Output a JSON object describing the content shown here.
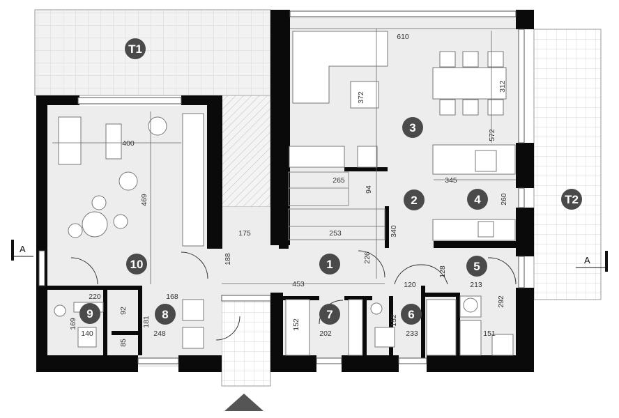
{
  "rooms": [
    {
      "id": "T1",
      "label": "T1"
    },
    {
      "id": "T2",
      "label": "T2"
    },
    {
      "id": "r1",
      "label": "1"
    },
    {
      "id": "r2",
      "label": "2"
    },
    {
      "id": "r3",
      "label": "3"
    },
    {
      "id": "r4",
      "label": "4"
    },
    {
      "id": "r5",
      "label": "5"
    },
    {
      "id": "r6",
      "label": "6"
    },
    {
      "id": "r7",
      "label": "7"
    },
    {
      "id": "r8",
      "label": "8"
    },
    {
      "id": "r9",
      "label": "9"
    },
    {
      "id": "r10",
      "label": "10"
    }
  ],
  "section_marks": [
    "A",
    "A"
  ],
  "dimensions": {
    "d610": "610",
    "d372": "372",
    "d312": "312",
    "d572": "572",
    "d345": "345",
    "d260": "260",
    "d265": "265",
    "d94": "94",
    "d253": "253",
    "d340": "340",
    "d175": "175",
    "d188": "188",
    "d226": "226",
    "d453": "453",
    "d120": "120",
    "d128": "128",
    "d213": "213",
    "d292": "292",
    "d151": "151",
    "d233": "233",
    "d152a": "152",
    "d152b": "152",
    "d202": "202",
    "d400": "400",
    "d469": "469",
    "d220": "220",
    "d92": "92",
    "d168": "168",
    "d181": "181",
    "d169": "169",
    "d140": "140",
    "d85": "85",
    "d248": "248"
  }
}
